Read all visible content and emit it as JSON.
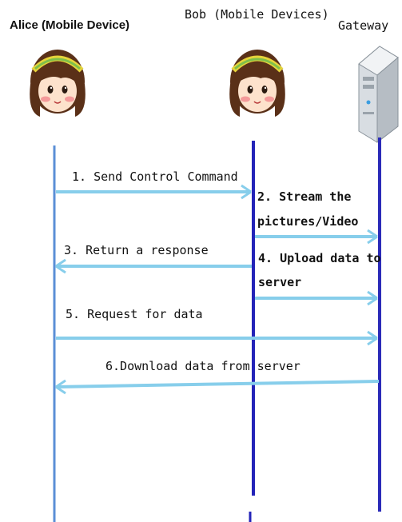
{
  "actors": {
    "alice": {
      "label": "Alice (Mobile Device)",
      "icon": "girl-avatar-icon"
    },
    "bob": {
      "label": "Bob (Mobile Devices)",
      "icon": "girl-avatar-icon"
    },
    "gateway": {
      "label": "Gateway",
      "icon": "server-tower-icon"
    }
  },
  "messages": [
    {
      "label": "1. Send Control Command",
      "from": "alice",
      "to": "bob"
    },
    {
      "label_lines": [
        "2. Stream the",
        "pictures/Video"
      ],
      "from": "bob",
      "to": "gateway"
    },
    {
      "label": "3. Return a response",
      "from": "bob",
      "to": "alice"
    },
    {
      "label_lines": [
        "4. Upload data to",
        "server"
      ],
      "from": "bob",
      "to": "gateway"
    },
    {
      "label": "5. Request for data",
      "from": "alice",
      "to": "gateway"
    },
    {
      "label": "6.Download data from server",
      "from": "gateway",
      "to": "alice"
    }
  ],
  "colors": {
    "arrow": "#87ceeb",
    "alice_lifeline": "#5b8fd6",
    "bob_lifeline": "#2323b8",
    "gateway_lifeline": "#2a2ab8"
  }
}
